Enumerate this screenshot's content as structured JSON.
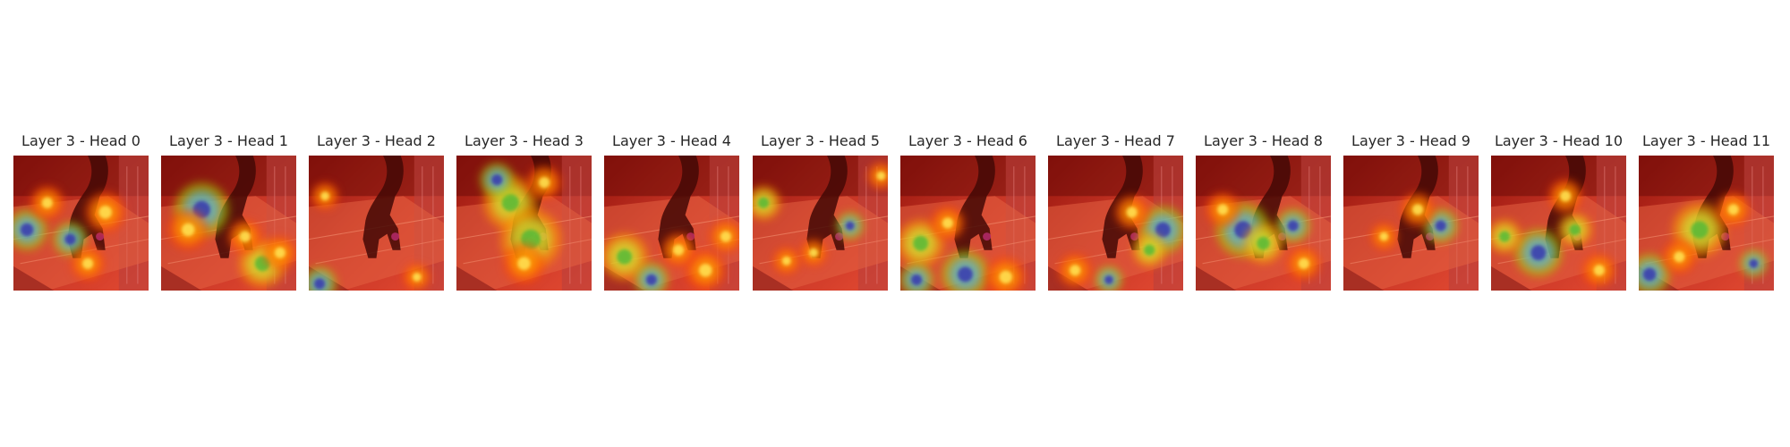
{
  "panels": [
    {
      "title": "Layer 3 - Head 0",
      "hotspots": [
        [
          0.1,
          0.55,
          0.12,
          "b"
        ],
        [
          0.42,
          0.62,
          0.1,
          "b"
        ],
        [
          0.68,
          0.42,
          0.12,
          "y"
        ],
        [
          0.55,
          0.8,
          0.1,
          "y"
        ],
        [
          0.25,
          0.35,
          0.1,
          "y"
        ]
      ]
    },
    {
      "title": "Layer 3 - Head 1",
      "hotspots": [
        [
          0.3,
          0.4,
          0.16,
          "b"
        ],
        [
          0.2,
          0.55,
          0.12,
          "y"
        ],
        [
          0.75,
          0.8,
          0.14,
          "g"
        ],
        [
          0.62,
          0.6,
          0.1,
          "y"
        ],
        [
          0.88,
          0.72,
          0.1,
          "y"
        ]
      ]
    },
    {
      "title": "Layer 3 - Head 2",
      "hotspots": [
        [
          0.08,
          0.95,
          0.1,
          "b"
        ],
        [
          0.8,
          0.9,
          0.08,
          "y"
        ],
        [
          0.12,
          0.3,
          0.08,
          "y"
        ]
      ]
    },
    {
      "title": "Layer 3 - Head 3",
      "hotspots": [
        [
          0.4,
          0.35,
          0.16,
          "g"
        ],
        [
          0.55,
          0.62,
          0.18,
          "g"
        ],
        [
          0.3,
          0.18,
          0.1,
          "b"
        ],
        [
          0.65,
          0.2,
          0.1,
          "y"
        ],
        [
          0.5,
          0.8,
          0.12,
          "y"
        ]
      ]
    },
    {
      "title": "Layer 3 - Head 4",
      "hotspots": [
        [
          0.15,
          0.75,
          0.14,
          "g"
        ],
        [
          0.35,
          0.92,
          0.1,
          "b"
        ],
        [
          0.75,
          0.85,
          0.12,
          "y"
        ],
        [
          0.55,
          0.7,
          0.1,
          "y"
        ],
        [
          0.9,
          0.6,
          0.1,
          "y"
        ]
      ]
    },
    {
      "title": "Layer 3 - Head 5",
      "hotspots": [
        [
          0.08,
          0.35,
          0.1,
          "g"
        ],
        [
          0.72,
          0.52,
          0.08,
          "b"
        ],
        [
          0.45,
          0.72,
          0.08,
          "y"
        ],
        [
          0.25,
          0.78,
          0.08,
          "y"
        ],
        [
          0.95,
          0.15,
          0.08,
          "y"
        ]
      ]
    },
    {
      "title": "Layer 3 - Head 6",
      "hotspots": [
        [
          0.15,
          0.65,
          0.14,
          "g"
        ],
        [
          0.48,
          0.88,
          0.14,
          "b"
        ],
        [
          0.78,
          0.9,
          0.12,
          "y"
        ],
        [
          0.12,
          0.92,
          0.1,
          "b"
        ],
        [
          0.35,
          0.5,
          0.1,
          "y"
        ]
      ]
    },
    {
      "title": "Layer 3 - Head 7",
      "hotspots": [
        [
          0.85,
          0.55,
          0.14,
          "b"
        ],
        [
          0.62,
          0.42,
          0.1,
          "y"
        ],
        [
          0.45,
          0.92,
          0.08,
          "b"
        ],
        [
          0.2,
          0.85,
          0.1,
          "y"
        ],
        [
          0.75,
          0.7,
          0.1,
          "g"
        ]
      ]
    },
    {
      "title": "Layer 3 - Head 8",
      "hotspots": [
        [
          0.35,
          0.55,
          0.16,
          "b"
        ],
        [
          0.72,
          0.52,
          0.1,
          "b"
        ],
        [
          0.5,
          0.65,
          0.12,
          "g"
        ],
        [
          0.2,
          0.4,
          0.1,
          "y"
        ],
        [
          0.8,
          0.8,
          0.1,
          "y"
        ]
      ]
    },
    {
      "title": "Layer 3 - Head 9",
      "hotspots": [
        [
          0.72,
          0.52,
          0.1,
          "b"
        ],
        [
          0.55,
          0.4,
          0.1,
          "y"
        ],
        [
          0.3,
          0.6,
          0.08,
          "y"
        ]
      ]
    },
    {
      "title": "Layer 3 - Head 10",
      "hotspots": [
        [
          0.35,
          0.72,
          0.14,
          "b"
        ],
        [
          0.1,
          0.6,
          0.1,
          "g"
        ],
        [
          0.62,
          0.55,
          0.1,
          "g"
        ],
        [
          0.8,
          0.85,
          0.1,
          "y"
        ],
        [
          0.55,
          0.3,
          0.1,
          "y"
        ]
      ]
    },
    {
      "title": "Layer 3 - Head 11",
      "hotspots": [
        [
          0.08,
          0.88,
          0.12,
          "b"
        ],
        [
          0.45,
          0.55,
          0.16,
          "g"
        ],
        [
          0.3,
          0.75,
          0.1,
          "y"
        ],
        [
          0.7,
          0.4,
          0.1,
          "y"
        ],
        [
          0.85,
          0.8,
          0.08,
          "b"
        ]
      ]
    }
  ]
}
